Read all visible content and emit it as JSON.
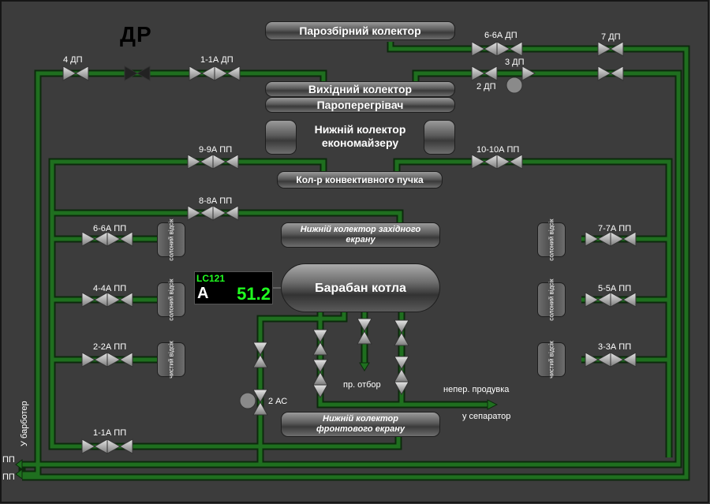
{
  "title": "ДР",
  "collectors": {
    "steam": "Парозбірний колектор",
    "outlet": "Вихідний колектор",
    "superheater": "Пароперегрівач",
    "economizer_line1": "Нижній колектор",
    "economizer_line2": "економайзеру",
    "convective": "Кол-р конвективного пучка",
    "west_screen_line1": "Нижній колектор західного",
    "west_screen_line2": "екрану",
    "drum": "Барабан котла",
    "front_screen_line1": "Нижній колектор",
    "front_screen_line2": "фронтового екрану"
  },
  "compartments": {
    "salt": "солоний відсік",
    "clean": "чистий відсік"
  },
  "controller": {
    "tag": "LC121",
    "mode": "A",
    "value": "51.2"
  },
  "valve_labels": {
    "v4dp": "4 ДП",
    "v11adp": "1-1А ДП",
    "v66adp": "6-6А ДП",
    "v7dp": "7 ДП",
    "v3dp": "3 ДП",
    "v2dp": "2 ДП",
    "v99app": "9-9А ПП",
    "v1010app": "10-10А ПП",
    "v88app": "8-8А ПП",
    "v66app": "6-6А ПП",
    "v77app": "7-7А ПП",
    "v44app": "4-4А ПП",
    "v55app": "5-5А ПП",
    "v22app": "2-2А ПП",
    "v33app": "3-3А ПП",
    "v11app": "1-1А ПП",
    "v2as": "2 АС"
  },
  "flow_labels": {
    "sampling": "пр. отбор",
    "blowdown": "непер. продувка",
    "to_separator": "у сепаратор",
    "to_bubbler": "У барботер",
    "pp_top": "ПП",
    "pp_bottom": "ПП"
  }
}
